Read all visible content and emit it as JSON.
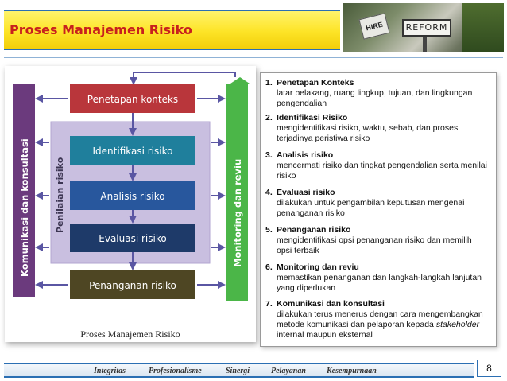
{
  "slide": {
    "title": "Proses Manajemen Risiko",
    "photo_signs": [
      "HIRE",
      "REFORM"
    ],
    "page_number": "8"
  },
  "diagram": {
    "left_bar_label": "Komunikasi dan konsultasi",
    "right_bar_label": "Monitoring dan reviu",
    "assessment_label": "Penilaian risiko",
    "caption": "Proses Manajemen Risiko",
    "boxes": [
      {
        "label": "Penetapan konteks",
        "color": "#b9363b"
      },
      {
        "label": "Identifikasi risiko",
        "color": "#1f7f9c"
      },
      {
        "label": "Analisis risiko",
        "color": "#28579d"
      },
      {
        "label": "Evaluasi risiko",
        "color": "#1e3a69"
      },
      {
        "label": "Penanganan risiko",
        "color": "#4e4623"
      }
    ],
    "colors": {
      "left_bar": "#6b3a7d",
      "right_bar": "#4bb648",
      "assessment_area": "#c9bfe0",
      "arrows": "#5a56a3"
    }
  },
  "steps": [
    {
      "num": "1.",
      "title": "Penetapan Konteks",
      "desc": "latar belakang, ruang lingkup, tujuan, dan lingkungan pengendalian"
    },
    {
      "num": "2.",
      "title": "Identifikasi Risiko",
      "desc": "mengidentifikasi risiko, waktu, sebab, dan proses terjadinya peristiwa risiko"
    },
    {
      "num": "3.",
      "title": "Analisis risiko",
      "desc": "mencermati risiko dan tingkat pengendalian serta menilai risiko"
    },
    {
      "num": "4.",
      "title": "Evaluasi risiko",
      "desc": "dilakukan untuk pengambilan keputusan mengenai penanganan risiko"
    },
    {
      "num": "5.",
      "title": "Penanganan risiko",
      "desc": "mengidentifikasi opsi penanganan risiko dan memilih opsi terbaik"
    },
    {
      "num": "6.",
      "title": "Monitoring dan reviu",
      "desc": "memastikan penanganan dan langkah-langkah lanjutan yang diperlukan"
    },
    {
      "num": "7.",
      "title": "Komunikasi dan konsultasi",
      "desc_parts": [
        "dilakukan terus menerus dengan cara mengembangkan metode komunikasi dan pelaporan kepada ",
        "stakeholder",
        " internal maupun eksternal"
      ]
    }
  ],
  "footer": {
    "items": [
      "Integritas",
      "Profesionalisme",
      "Sinergi",
      "Pelayanan",
      "Kesempurnaan"
    ]
  }
}
